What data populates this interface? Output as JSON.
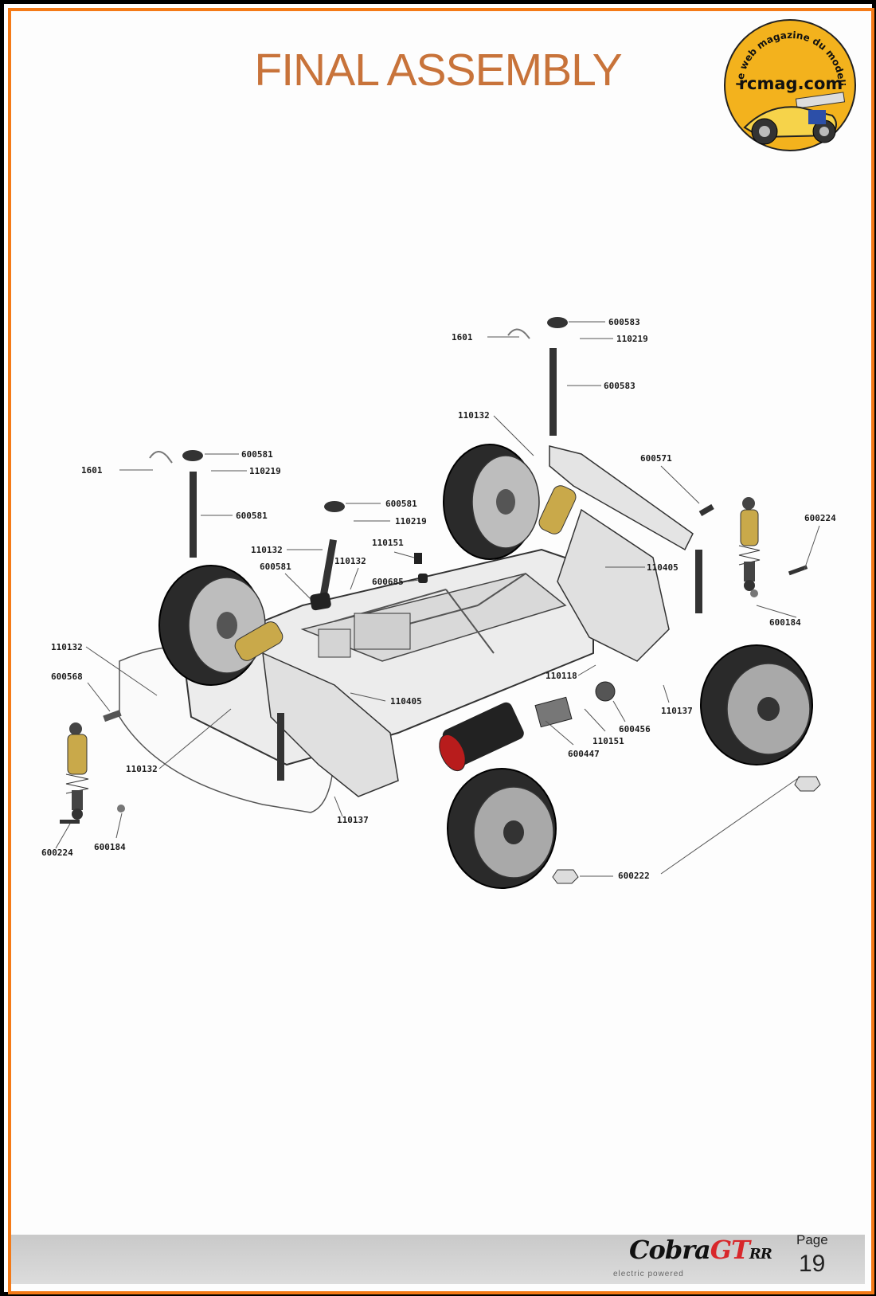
{
  "title": "FINAL ASSEMBLY",
  "logo": {
    "arc_text": "Le web magazine du modelisme",
    "site": "rcmag.com"
  },
  "footer": {
    "brand": "Cobra",
    "brand_mark": "GT",
    "brand_suffix": "RR",
    "tagline": "electric powered",
    "page_label": "Page",
    "page_number": "19"
  },
  "parts": [
    {
      "id": "p1",
      "label": "600583"
    },
    {
      "id": "p2",
      "label": "1601"
    },
    {
      "id": "p3",
      "label": "110219"
    },
    {
      "id": "p4",
      "label": "600583"
    },
    {
      "id": "p5",
      "label": "110132"
    },
    {
      "id": "p6",
      "label": "600571"
    },
    {
      "id": "p7",
      "label": "600581"
    },
    {
      "id": "p8",
      "label": "1601"
    },
    {
      "id": "p9",
      "label": "110219"
    },
    {
      "id": "p10",
      "label": "600581"
    },
    {
      "id": "p11",
      "label": "600581"
    },
    {
      "id": "p12",
      "label": "110219"
    },
    {
      "id": "p13",
      "label": "600224"
    },
    {
      "id": "p14",
      "label": "110132"
    },
    {
      "id": "p15",
      "label": "110151"
    },
    {
      "id": "p16",
      "label": "110132"
    },
    {
      "id": "p17",
      "label": "600581"
    },
    {
      "id": "p18",
      "label": "600685"
    },
    {
      "id": "p19",
      "label": "110405"
    },
    {
      "id": "p20",
      "label": "600184"
    },
    {
      "id": "p21",
      "label": "110132"
    },
    {
      "id": "p22",
      "label": "600568"
    },
    {
      "id": "p23",
      "label": "110118"
    },
    {
      "id": "p24",
      "label": "110405"
    },
    {
      "id": "p25",
      "label": "110137"
    },
    {
      "id": "p26",
      "label": "600456"
    },
    {
      "id": "p27",
      "label": "110151"
    },
    {
      "id": "p28",
      "label": "600447"
    },
    {
      "id": "p29",
      "label": "110132"
    },
    {
      "id": "p30",
      "label": "110137"
    },
    {
      "id": "p31",
      "label": "600224"
    },
    {
      "id": "p32",
      "label": "600184"
    },
    {
      "id": "p33",
      "label": "600222"
    }
  ]
}
